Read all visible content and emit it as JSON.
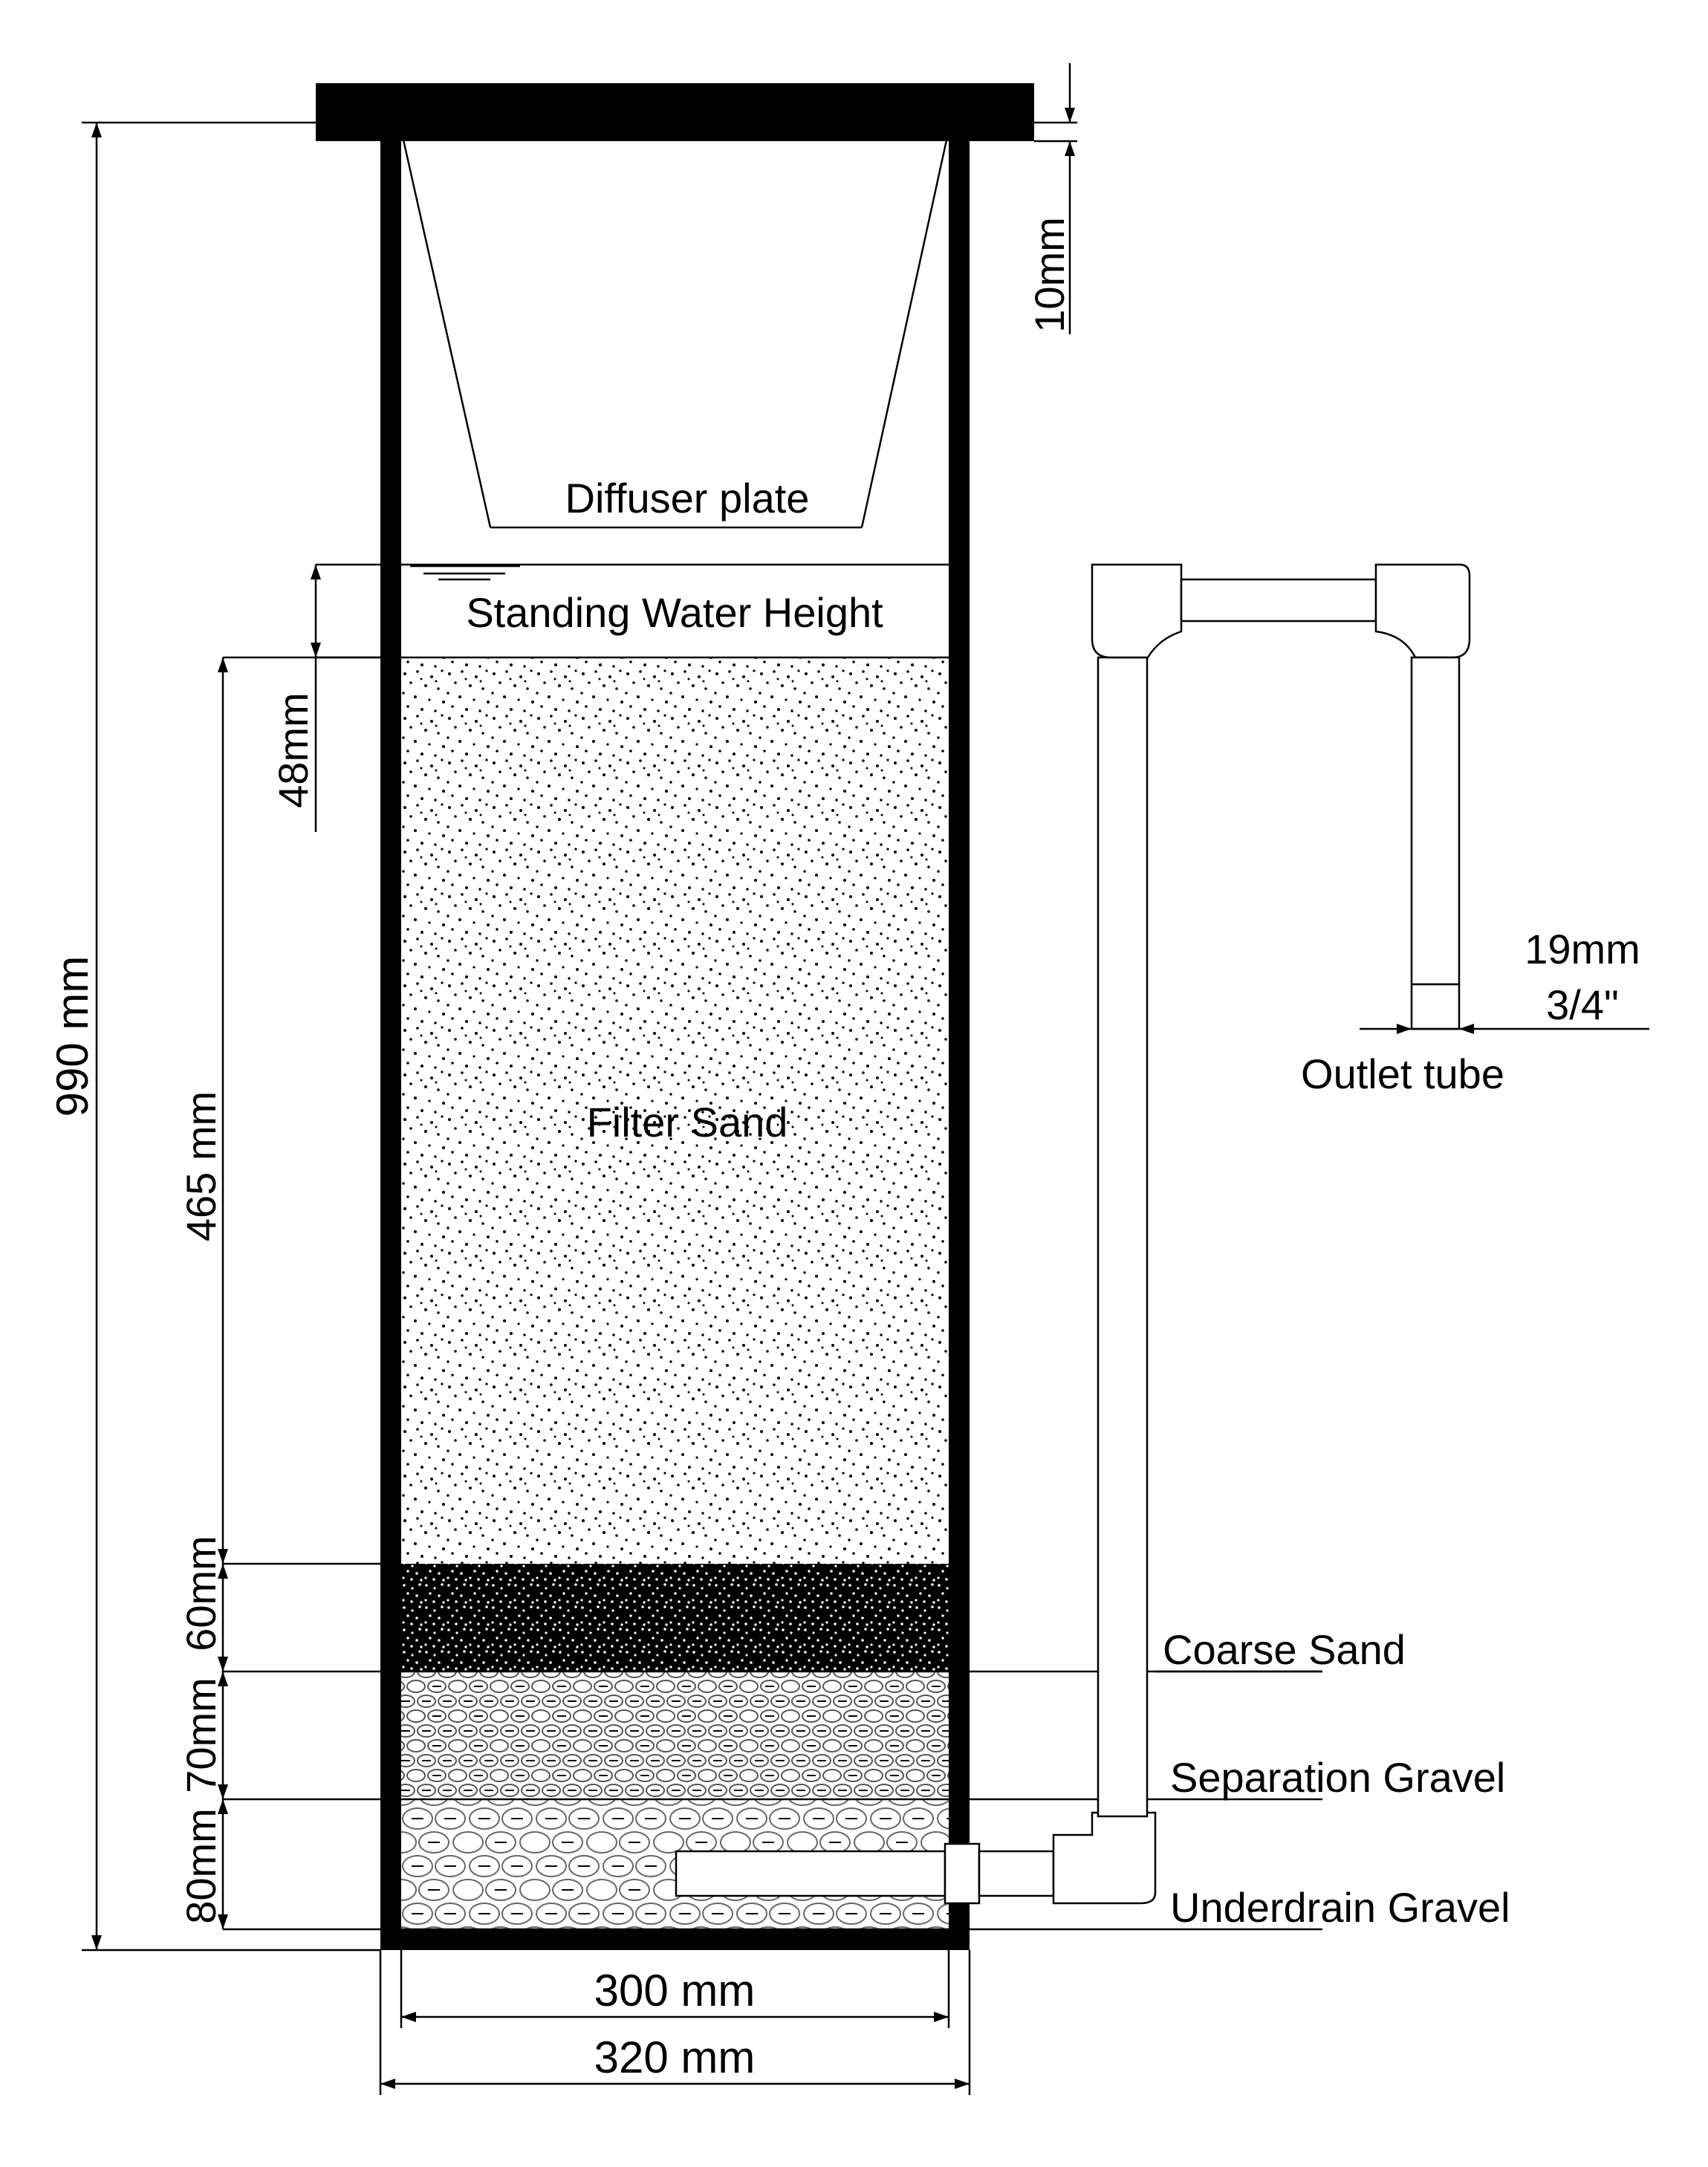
{
  "labels": {
    "diffuser_plate": "Diffuser plate",
    "standing_water_height": "Standing Water Height",
    "filter_sand": "Filter Sand",
    "coarse_sand": "Coarse Sand",
    "separation_gravel": "Separation Gravel",
    "underdrain_gravel": "Underdrain Gravel",
    "outlet_tube": "Outlet tube"
  },
  "dimensions": {
    "top_plate": "10mm",
    "standing_water": "48mm",
    "total_height": "990 mm",
    "filter_sand_depth": "465 mm",
    "coarse_sand_depth": "60mm",
    "separation_gravel_depth": "70mm",
    "underdrain_gravel_depth": "80mm",
    "inner_width": "300 mm",
    "outer_width": "320 mm",
    "outlet_diameter_mm": "19mm",
    "outlet_diameter_in": "3/4\""
  }
}
